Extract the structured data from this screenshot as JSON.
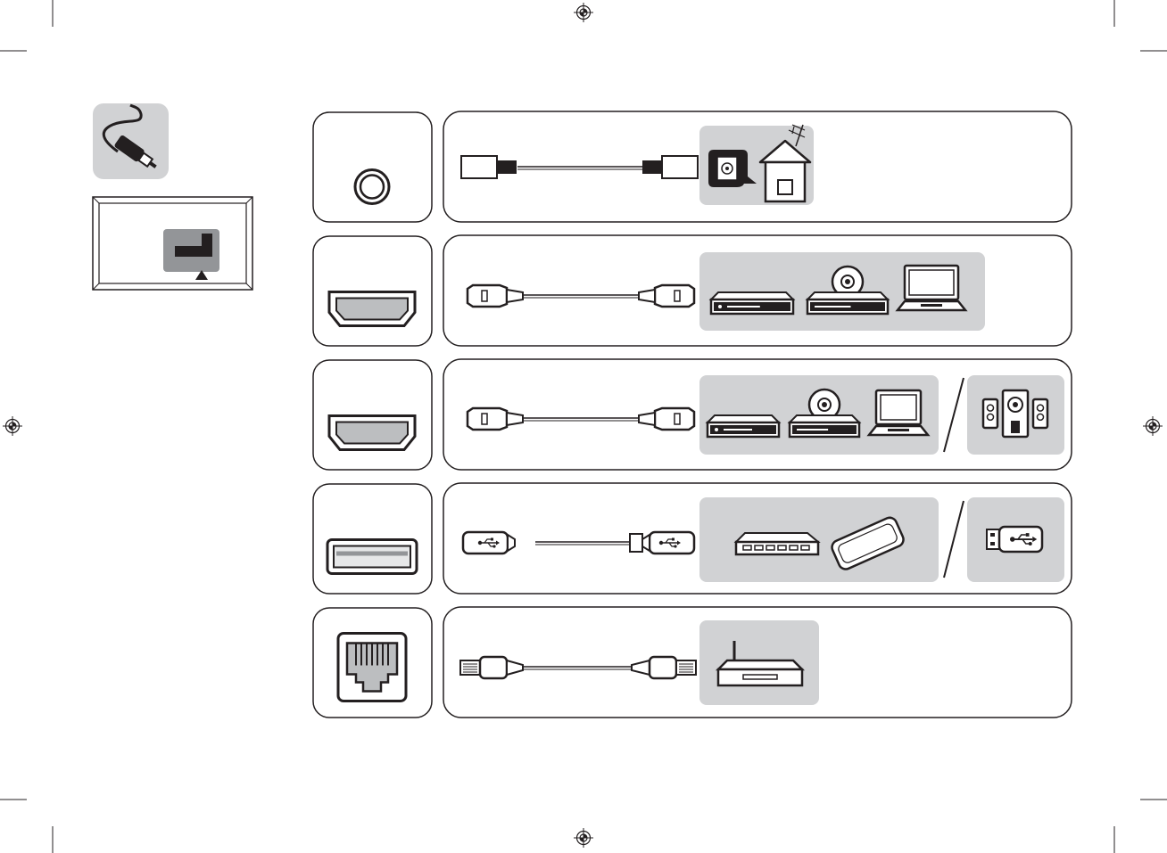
{
  "page": {
    "background": "#ffffff",
    "ink": "#231f20",
    "panel_gray": "#d1d2d4",
    "icon_gray": "#bcbec0"
  },
  "sidebar": {
    "cable_icon": "cable-plug-icon",
    "tv_rear_icon": "tv-rear-ports-icon"
  },
  "rows": [
    {
      "port": "antenna-coax-port",
      "cable": "coaxial-cable",
      "devices": [
        "wall-antenna-socket-icon",
        "house-antenna-icon"
      ]
    },
    {
      "port": "hdmi-port",
      "cable": "hdmi-cable",
      "devices": [
        "dvd-player-icon",
        "blu-ray-player-icon",
        "laptop-icon"
      ]
    },
    {
      "port": "hdmi-arc-port",
      "cable": "hdmi-cable",
      "devices": [
        "dvd-player-icon",
        "blu-ray-player-icon",
        "laptop-icon"
      ],
      "alt_devices": [
        "speaker-system-icon"
      ]
    },
    {
      "port": "usb-port",
      "cable": "usb-cable",
      "devices": [
        "usb-hub-icon",
        "external-hard-drive-icon"
      ],
      "alt_devices": [
        "usb-flash-drive-icon"
      ]
    },
    {
      "port": "ethernet-lan-port",
      "cable": "lan-cable",
      "devices": [
        "router-icon"
      ]
    }
  ]
}
